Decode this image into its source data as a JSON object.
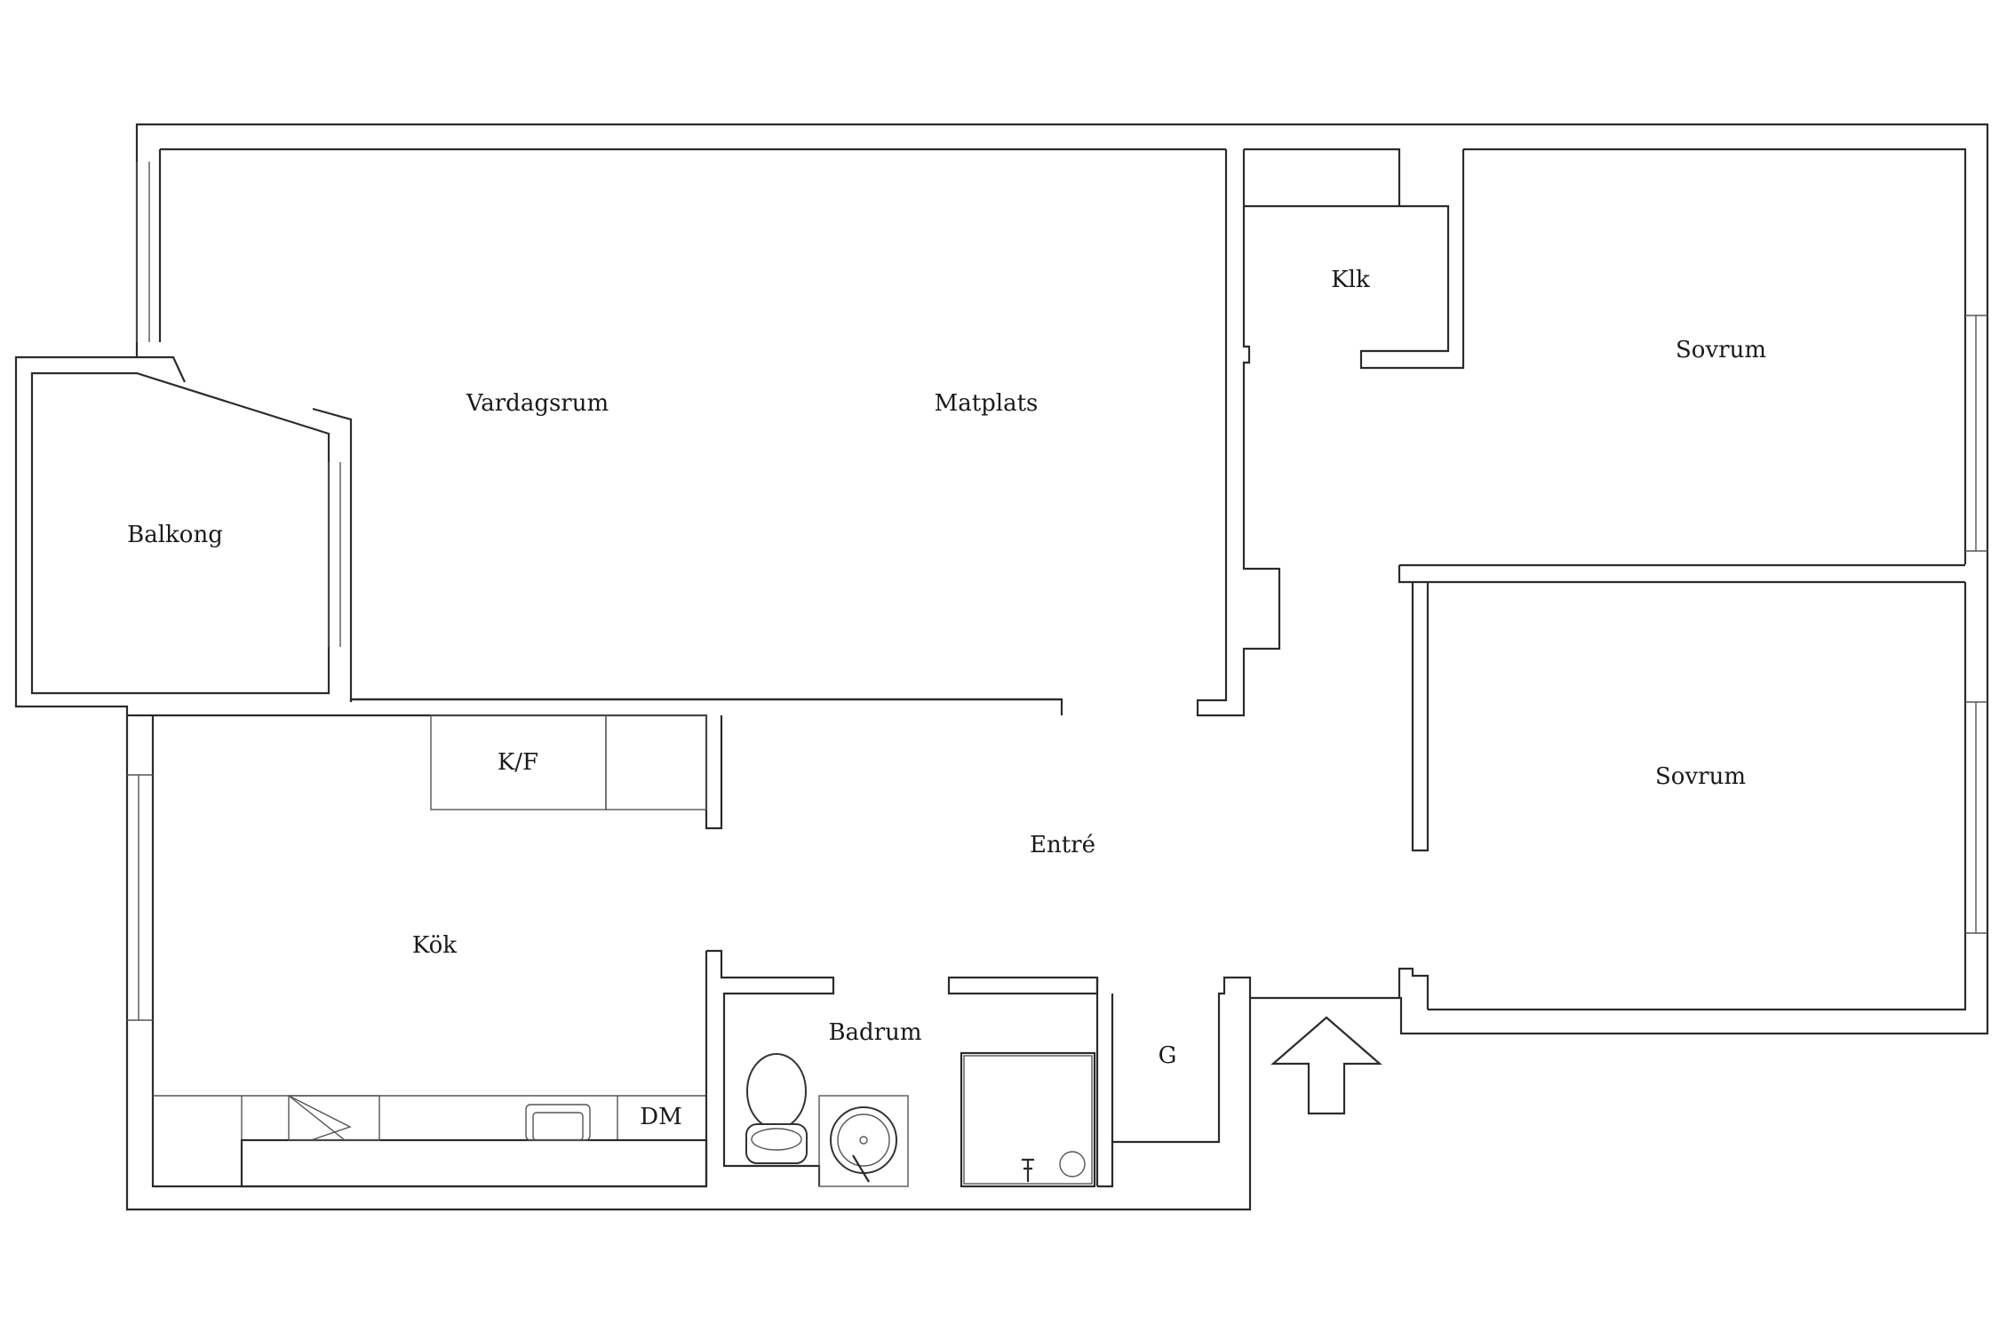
{
  "floorplan": {
    "rooms": {
      "balkong": "Balkong",
      "vardagsrum": "Vardagsrum",
      "matplats": "Matplats",
      "klk": "Klk",
      "sovrum_1": "Sovrum",
      "sovrum_2": "Sovrum",
      "kf": "K/F",
      "entre": "Entré",
      "kok": "Kök",
      "badrum": "Badrum",
      "g": "G",
      "dm": "DM"
    },
    "entrance_icon": "up-arrow-icon",
    "colors": {
      "line": "#2b2b2b",
      "background": "#ffffff"
    }
  }
}
